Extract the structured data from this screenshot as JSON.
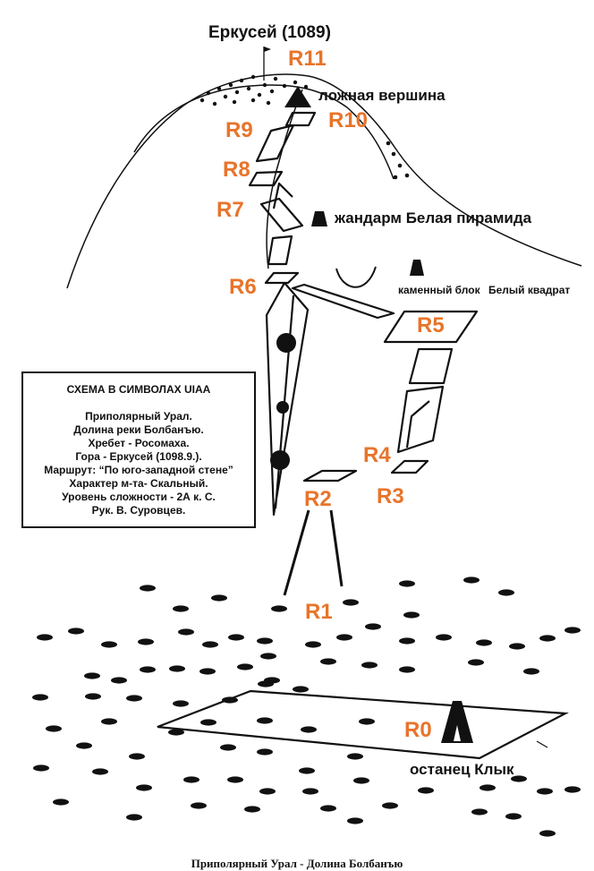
{
  "summit": {
    "label": "Еркусей (1089)"
  },
  "features": {
    "false_peak": "ложная вершина",
    "gendarme": "жандарм Белая пирамида",
    "stone_block": "каменный блок",
    "white_square": "Белый квадрат",
    "remnant": "останец Клык"
  },
  "route_points": [
    "R0",
    "R1",
    "R2",
    "R3",
    "R4",
    "R5",
    "R6",
    "R7",
    "R8",
    "R9",
    "R10",
    "R11"
  ],
  "legend": {
    "title": "СХЕМА В СИМВОЛАХ UIAA",
    "lines": [
      "Приполярный Урал.",
      "Долина реки Болбанъю.",
      "Хребет - Росомаха.",
      "Гора - Еркусей (1098.9.).",
      "Маршрут: “По юго-западной стене”",
      "Характер м-та- Скальный.",
      "Уровень сложности - 2А к. С.",
      "Рук. В. Суровцев."
    ]
  },
  "caption": "Приполярный Урал - Долина Болбанъю",
  "colors": {
    "route_label": "#e8742a",
    "ink": "#111111",
    "background": "#ffffff"
  }
}
